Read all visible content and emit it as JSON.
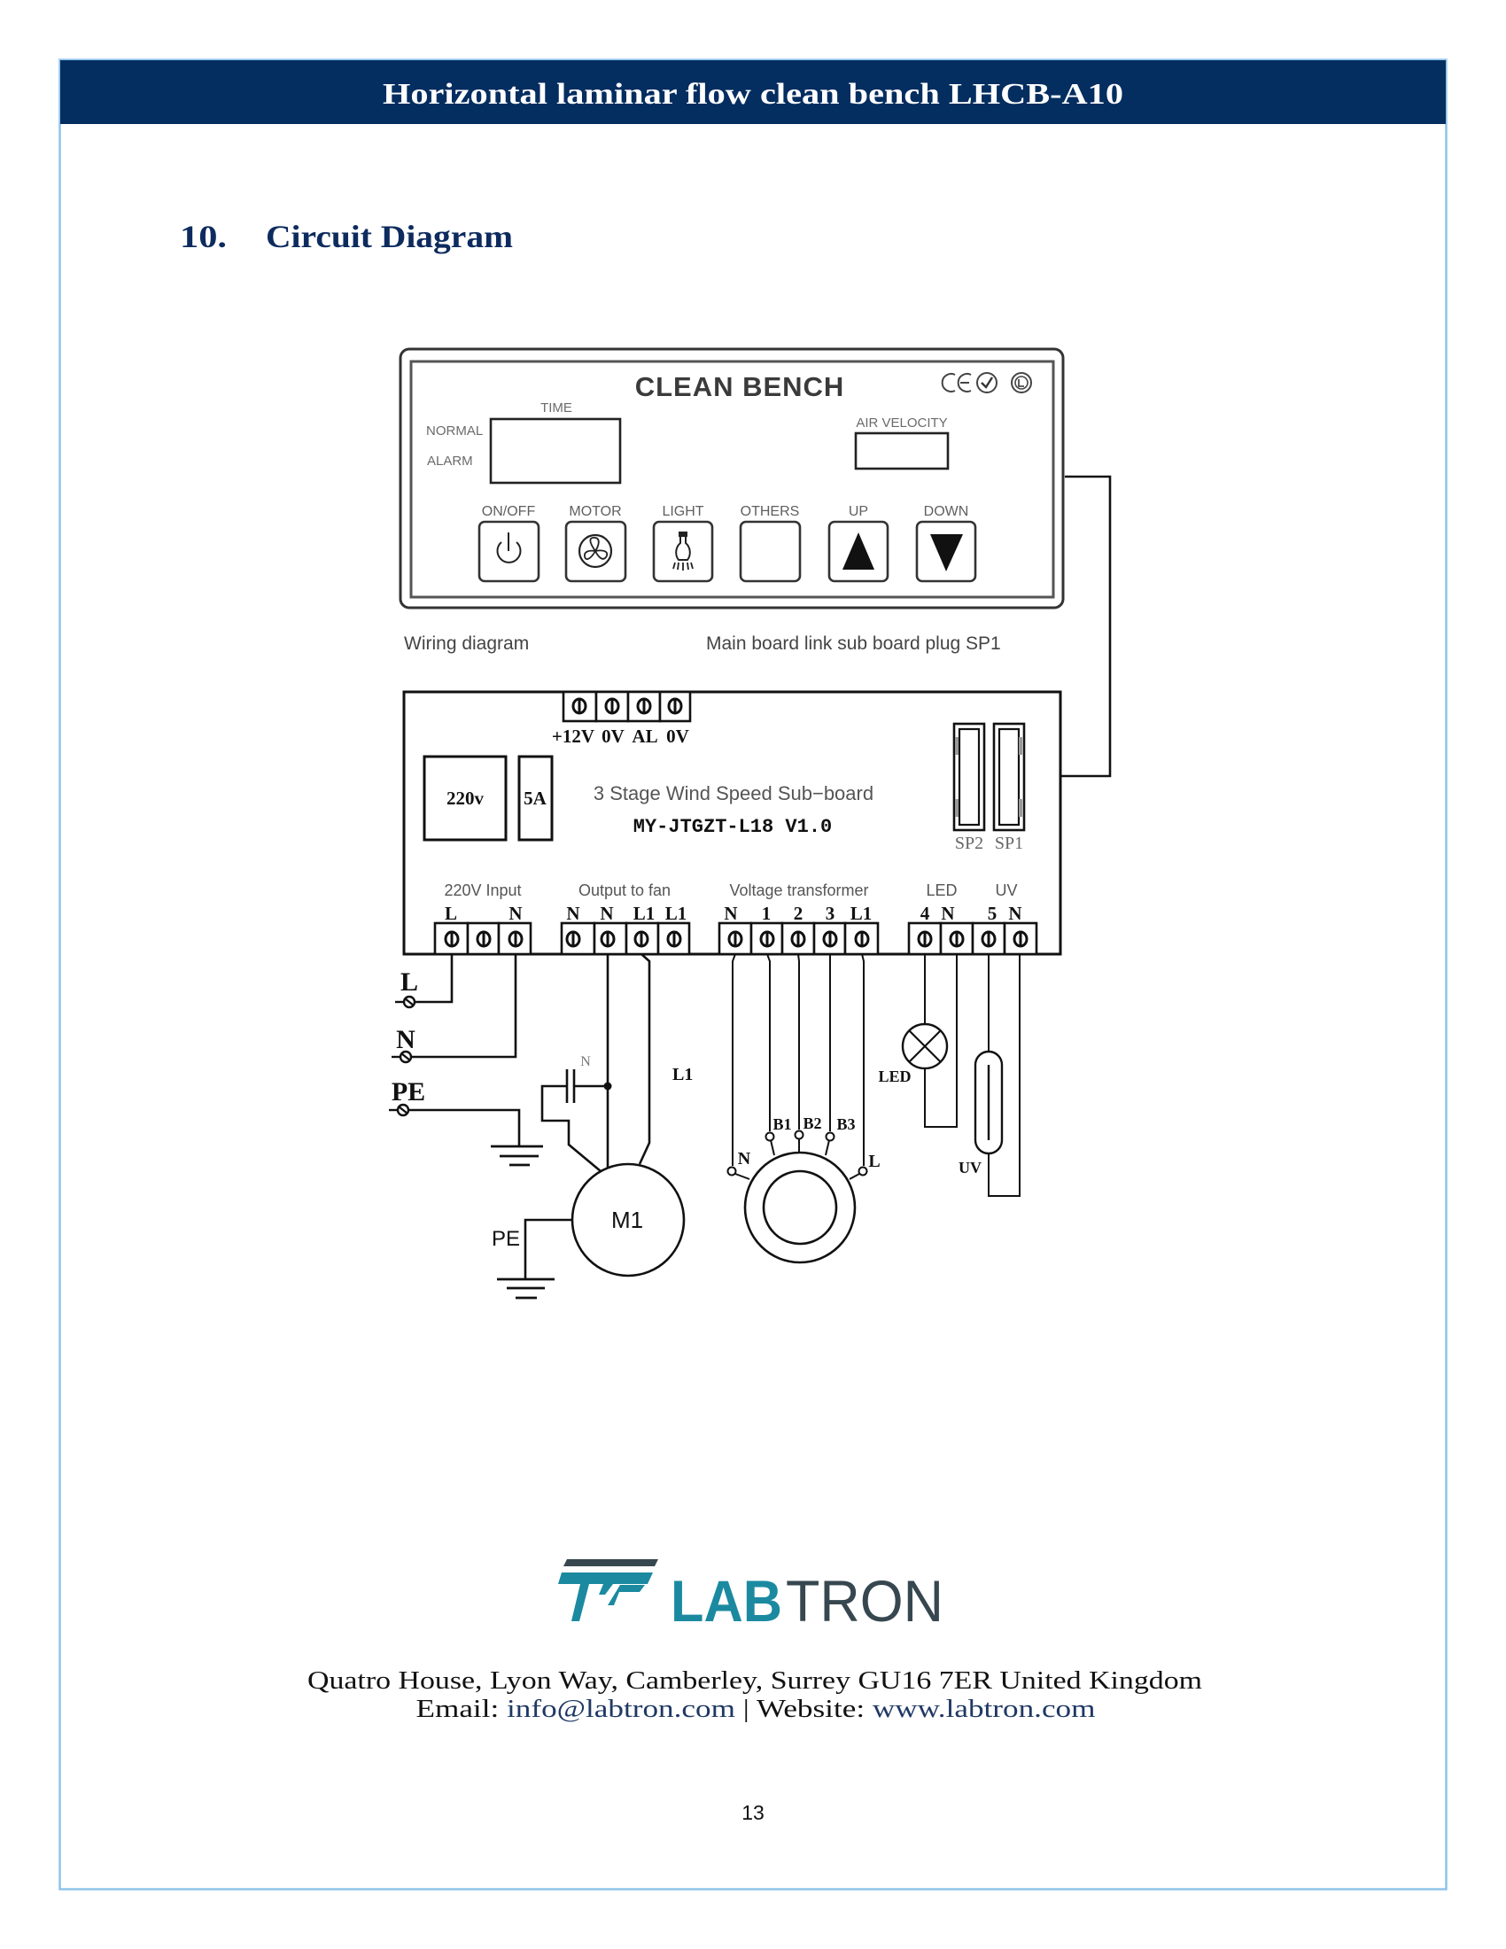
{
  "header": {
    "title": "Horizontal laminar flow clean bench LHCB-A10",
    "background": "#042d60",
    "text_color": "#ffffff"
  },
  "section": {
    "number": "10.",
    "title": "Circuit Diagram",
    "color": "#0d2b5e"
  },
  "diagram": {
    "control_panel": {
      "title": "CLEAN BENCH",
      "certifications": [
        "CE",
        "check-mark",
        "UL"
      ],
      "time_label": "TIME",
      "status_labels": {
        "normal": "NORMAL",
        "alarm": "ALARM"
      },
      "air_velocity_label": "AIR VELOCITY",
      "buttons": [
        {
          "label": "ON/OFF",
          "icon": "power-icon"
        },
        {
          "label": "MOTOR",
          "icon": "fan-icon"
        },
        {
          "label": "LIGHT",
          "icon": "bulb-icon"
        },
        {
          "label": "OTHERS",
          "icon": ""
        },
        {
          "label": "UP",
          "icon": "triangle-up-icon"
        },
        {
          "label": "DOWN",
          "icon": "triangle-down-icon"
        }
      ]
    },
    "captions": {
      "wiring": "Wiring diagram",
      "link": "Main board link sub board plug SP1"
    },
    "sub_board": {
      "top_terminals": [
        "+12V",
        "0V",
        "AL",
        "0V"
      ],
      "voltage_box": "220v",
      "fuse_box": "5A",
      "name": "3 Stage Wind Speed Sub−board",
      "model": "MY-JTGZT-L18 V1.0",
      "plugs": [
        "SP2",
        "SP1"
      ],
      "groups": [
        {
          "label": "220V Input",
          "pins": [
            "L",
            "N"
          ]
        },
        {
          "label": "Output to fan",
          "pins": [
            "N",
            "N",
            "L1",
            "L1"
          ]
        },
        {
          "label": "Voltage transformer",
          "pins": [
            "N",
            "1",
            "2",
            "3",
            "L1"
          ]
        },
        {
          "label": "LED",
          "pins": [
            "4",
            "N"
          ]
        },
        {
          "label": "UV",
          "pins": [
            "5",
            "N"
          ]
        }
      ]
    },
    "external": {
      "supply_terminals": [
        "L",
        "N",
        "PE"
      ],
      "capacitor_label": "N",
      "fan_line_label": "L1",
      "motor_label": "M1",
      "motor_ground_label": "PE",
      "transformer_taps": [
        "N",
        "B1",
        "B2",
        "B3",
        "L"
      ],
      "led_label": "LED",
      "uv_label": "UV"
    }
  },
  "footer": {
    "logo": {
      "part1": "LAB",
      "part2": "TRON",
      "teal": "#1b8aa0",
      "dark": "#37474f"
    },
    "address": "Quatro House, Lyon Way, Camberley, Surrey GU16 7ER United Kingdom",
    "email_label": "Email: ",
    "email": "info@labtron.com",
    "separator": " | ",
    "website_label": "Website: ",
    "website": "www.labtron.com",
    "page_number": "13",
    "link_color": "#1f3864"
  }
}
